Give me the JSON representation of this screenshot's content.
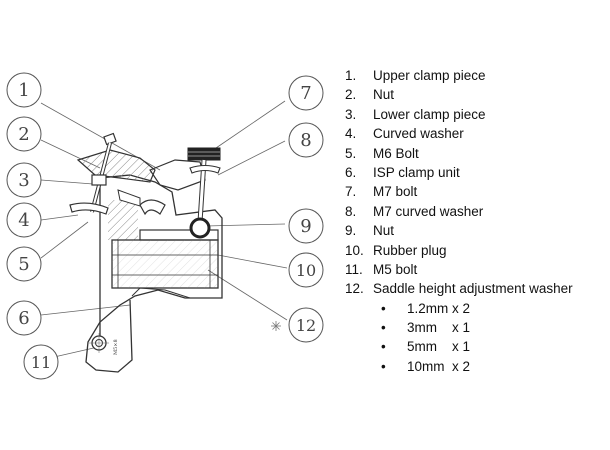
{
  "callouts": [
    {
      "number": "1"
    },
    {
      "number": "2"
    },
    {
      "number": "3"
    },
    {
      "number": "4"
    },
    {
      "number": "5"
    },
    {
      "number": "6"
    },
    {
      "number": "7"
    },
    {
      "number": "8"
    },
    {
      "number": "9"
    },
    {
      "number": "10"
    },
    {
      "number": "11"
    },
    {
      "number": "12"
    }
  ],
  "part_marking": "M5×8",
  "legend": {
    "items": [
      {
        "number": "1.",
        "label": "Upper clamp piece"
      },
      {
        "number": "2.",
        "label": "Nut"
      },
      {
        "number": "3.",
        "label": "Lower clamp piece"
      },
      {
        "number": "4.",
        "label": "Curved washer"
      },
      {
        "number": "5.",
        "label": "M6 Bolt"
      },
      {
        "number": "6.",
        "label": "ISP clamp unit"
      },
      {
        "number": "7.",
        "label": "M7 bolt"
      },
      {
        "number": "8.",
        "label": "M7 curved washer"
      },
      {
        "number": "9.",
        "label": "Nut"
      },
      {
        "number": "10.",
        "label": "Rubber plug"
      },
      {
        "number": "11.",
        "label": "M5 bolt"
      },
      {
        "number": "12.",
        "label": "Saddle height adjustment washer"
      }
    ],
    "sub_items": [
      {
        "bullet": "•",
        "text": "1.2mm x 2"
      },
      {
        "bullet": "•",
        "text": "3mm    x 1"
      },
      {
        "bullet": "•",
        "text": "5mm    x 1"
      },
      {
        "bullet": "•",
        "text": "10mm  x 2"
      }
    ]
  },
  "colors": {
    "line": "#555555",
    "ink": "#111111",
    "background": "#ffffff"
  }
}
